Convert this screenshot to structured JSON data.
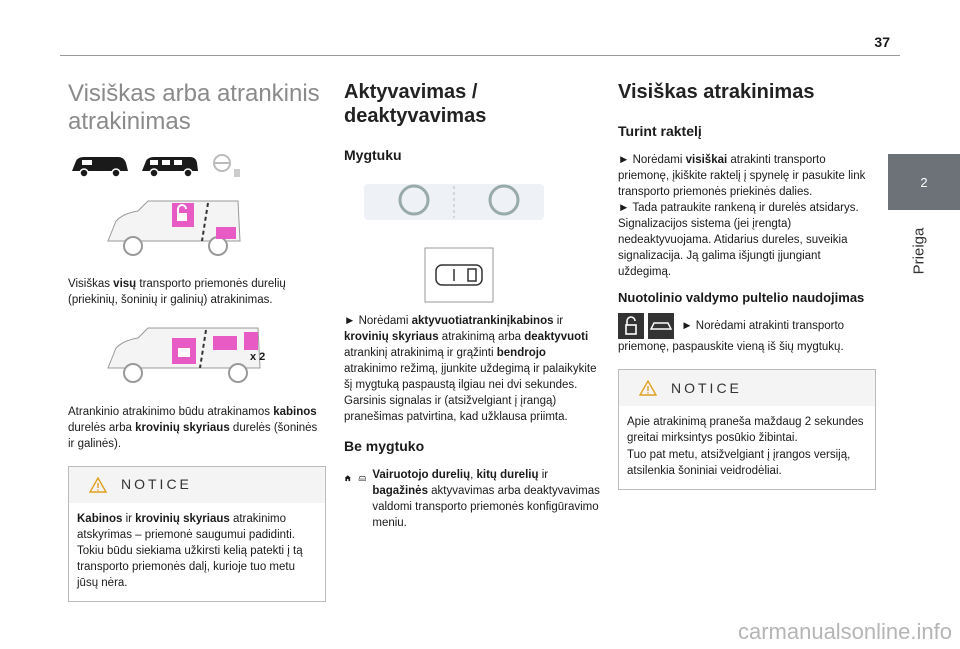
{
  "page_number": "37",
  "chapter_tab": "2",
  "chapter_label": "Prieiga",
  "col1": {
    "title": "Visiškas arba atrankinis atrakinimas",
    "para1": [
      {
        "t": "Visiškas ",
        "b": false
      },
      {
        "t": "visų",
        "b": true
      },
      {
        "t": " transporto priemonės durelių (priekinių, šoninių ir galinių) atrakinimas.",
        "b": false
      }
    ],
    "badge_x2": "x 2",
    "para2": [
      {
        "t": "Atrankinio atrakinimo būdu atrakinamos ",
        "b": false
      },
      {
        "t": "kabinos",
        "b": true
      },
      {
        "t": " durelės arba ",
        "b": false
      },
      {
        "t": "krovinių skyriaus",
        "b": true
      },
      {
        "t": " durelės (šoninės ir galinės).",
        "b": false
      }
    ],
    "notice_title": "NOTICE",
    "notice_body": [
      {
        "t": "Kabinos",
        "b": true
      },
      {
        "t": " ir ",
        "b": false
      },
      {
        "t": "krovinių skyriaus",
        "b": true
      },
      {
        "t": " atrakinimo atskyrimas – priemonė saugumui padidinti.",
        "b": false
      },
      {
        "t": "\nTokiu būdu siekiama užkirsti kelią patekti į tą transporto priemonės dalį, kurioje tuo metu jūsų nėra.",
        "b": false
      }
    ]
  },
  "col2": {
    "title": "Aktyvavimas / deaktyvavimas",
    "sub1": "Mygtuku",
    "para1": [
      {
        "t": "► Norėdami ",
        "b": false
      },
      {
        "t": "aktyvuotiatrankinįkabinos",
        "b": true
      },
      {
        "t": " ir ",
        "b": false
      },
      {
        "t": "krovinių skyriaus",
        "b": true
      },
      {
        "t": " atrakinimą arba ",
        "b": false
      },
      {
        "t": "deaktyvuoti",
        "b": true
      },
      {
        "t": " atrankinį atrakinimą ir grąžinti ",
        "b": false
      },
      {
        "t": "bendrojo",
        "b": true
      },
      {
        "t": " atrakinimo režimą, įjunkite uždegimą ir palaikykite šį mygtuką paspaustą ilgiau nei dvi sekundes.",
        "b": false
      },
      {
        "t": "\nGarsinis signalas ir (atsižvelgiant į įrangą) pranešimas patvirtina, kad užklausa priimta.",
        "b": false
      }
    ],
    "sub2": "Be mygtuko",
    "para2": [
      {
        "t": "Vairuotojo durelių",
        "b": true
      },
      {
        "t": ", ",
        "b": false
      },
      {
        "t": "kitų durelių",
        "b": true
      },
      {
        "t": " ir ",
        "b": false
      },
      {
        "t": "bagažinės",
        "b": true
      },
      {
        "t": " aktyvavimas arba deaktyvavimas valdomi transporto priemonės konfigūravimo meniu.",
        "b": false
      }
    ]
  },
  "col3": {
    "title": "Visiškas atrakinimas",
    "sub1": "Turint raktelį",
    "para1": [
      {
        "t": "► Norėdami ",
        "b": false
      },
      {
        "t": "visiškai",
        "b": true
      },
      {
        "t": " atrakinti transporto priemonę, įkiškite raktelį į spynelę ir pasukite link transporto priemonės priekinės dalies.",
        "b": false
      },
      {
        "t": "\n► Tada patraukite rankeną ir durelės atsidarys.",
        "b": false
      },
      {
        "t": "\nSignalizacijos sistema (jei įrengta) nedeaktyvuojama. Atidarius dureles, suveikia signalizacija. Ją galima išjungti įjungiant uždegimą.",
        "b": false
      }
    ],
    "sub2": "Nuotolinio valdymo pultelio naudojimas",
    "para2": "► Norėdami atrakinti transporto priemonę, paspauskite vieną iš šių mygtukų.",
    "notice_title": "NOTICE",
    "notice_body": "Apie atrakinimą praneša maždaug 2 sekundes greitai mirksintys posūkio žibintai.\nTuo pat metu, atsižvelgiant į įrangos versiją, atsilenkia šoniniai veidrodėliai."
  },
  "watermark": "carmanualsonline.info",
  "colors": {
    "accent_magenta": "#e85bc5",
    "tab_gray": "#6d7278",
    "notice_tri": "#e0a020"
  }
}
